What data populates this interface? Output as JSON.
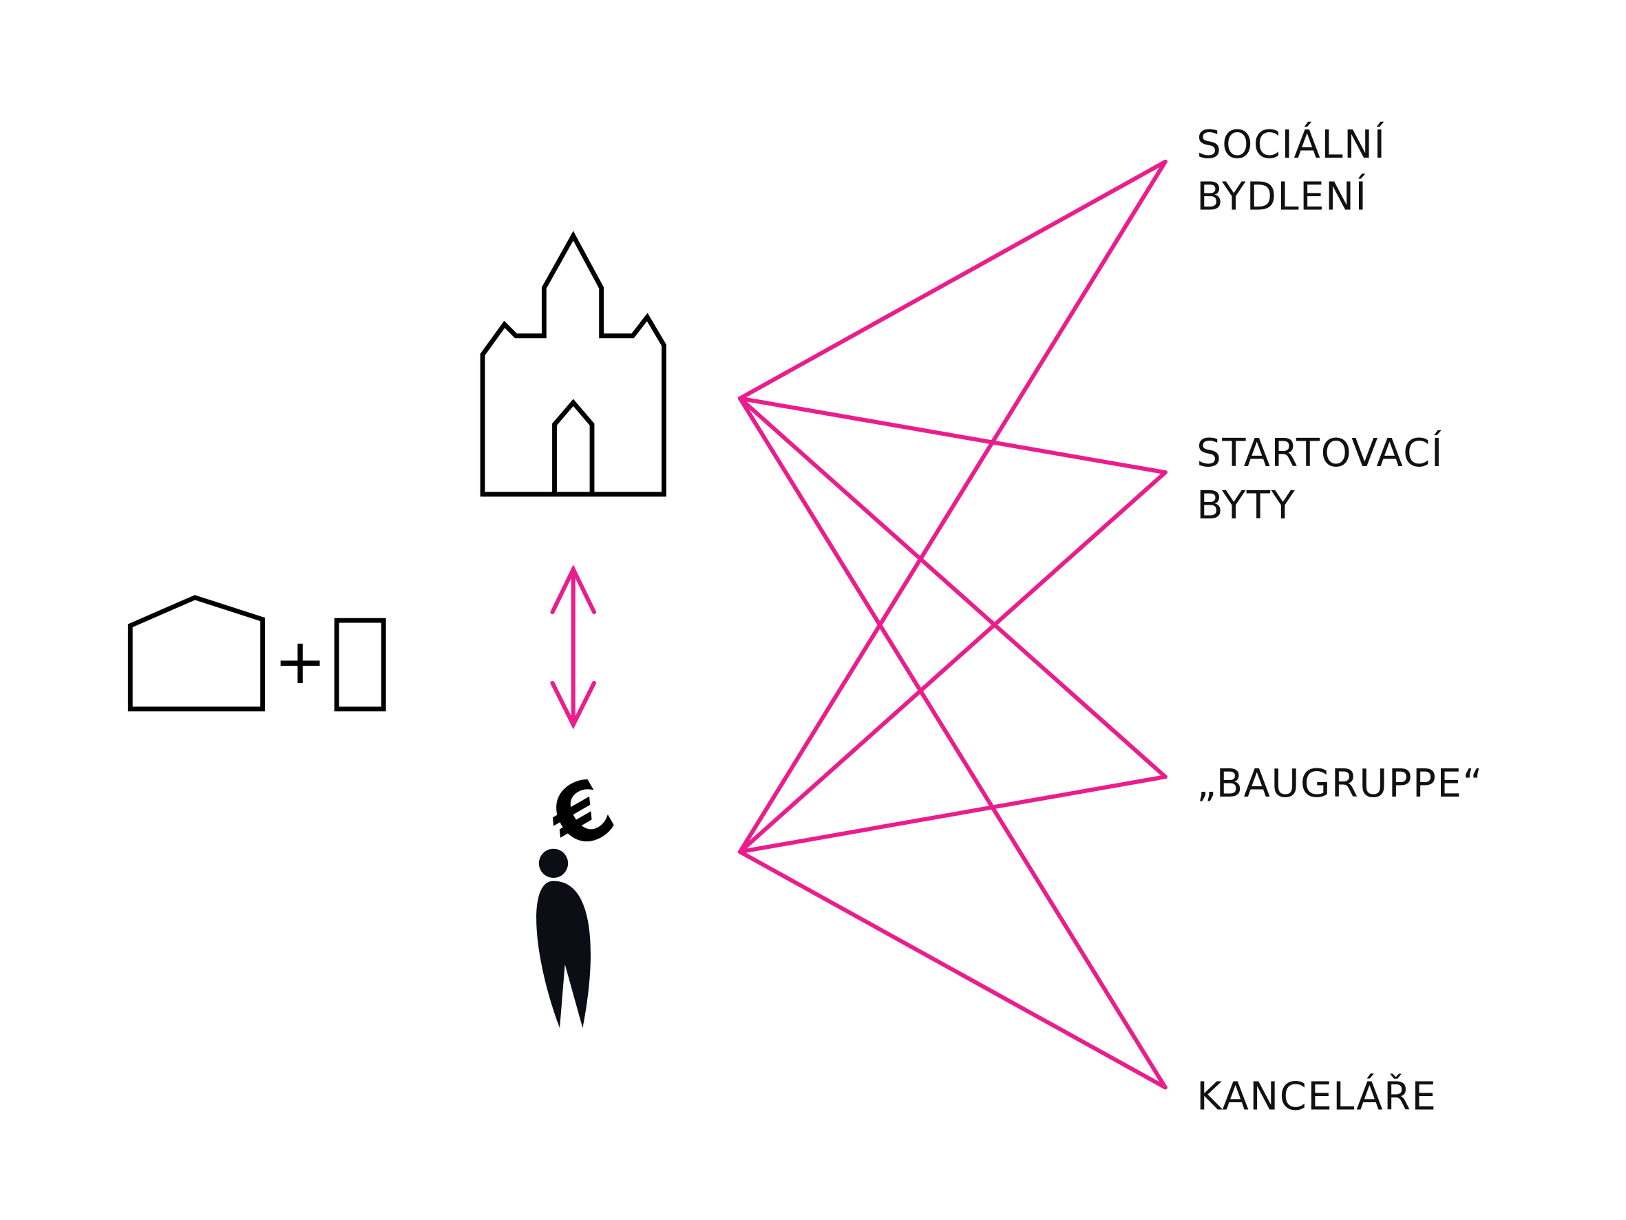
{
  "colors": {
    "connector": "#e91e8c",
    "outline": "#000000",
    "figure": "#0d0d16"
  },
  "left_group": {
    "plus_sign": "+"
  },
  "icons": [
    "house-icon",
    "building-plot-icon",
    "church-icon",
    "double-arrow-icon",
    "person-with-euro-icon",
    "euro-icon"
  ],
  "targets": [
    {
      "line1": "SOCIÁLNÍ",
      "line2": "BYDLENÍ"
    },
    {
      "line1": "STARTOVACÍ",
      "line2": "BYTY"
    },
    {
      "line1": "„BAUGRUPPE“",
      "line2": ""
    },
    {
      "line1": "KANCELÁŘE",
      "line2": ""
    }
  ],
  "connections": {
    "church": [
      "SOCIÁLNÍ BYDLENÍ",
      "STARTOVACÍ BYTY",
      "„BAUGRUPPE“",
      "KANCELÁŘE"
    ],
    "investor": [
      "SOCIÁLNÍ BYDLENÍ",
      "STARTOVACÍ BYTY",
      "„BAUGRUPPE“",
      "KANCELÁŘE"
    ]
  }
}
